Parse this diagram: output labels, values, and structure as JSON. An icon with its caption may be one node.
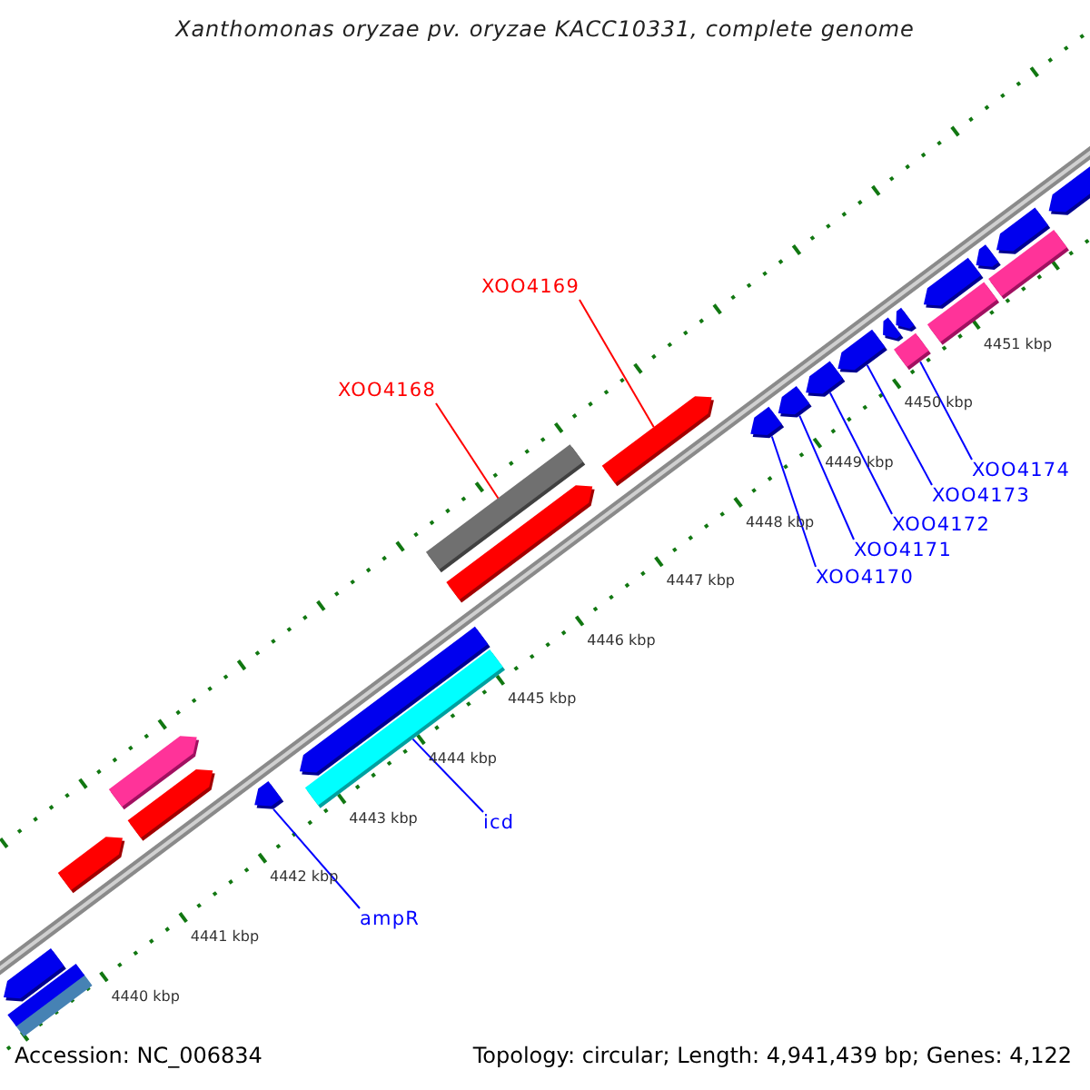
{
  "diagram": {
    "title": "Xanthomonas oryzae pv. oryzae KACC10331, complete genome",
    "nodes": [
      {
        "text": [
          "XOO4168"
        ]
      },
      {
        "text": [
          "XOO4169"
        ]
      },
      {
        "text": [
          "XOO4170"
        ]
      },
      {
        "text": [
          "XOO4171"
        ]
      },
      {
        "text": [
          "XOO4172"
        ]
      },
      {
        "text": [
          "XOO4173"
        ]
      },
      {
        "text": [
          "XOO4174"
        ]
      },
      {
        "text": [
          "icd"
        ]
      },
      {
        "text": [
          "ampR"
        ]
      },
      {
        "text": [],
        "shape": "bar"
      },
      {
        "text": [],
        "shape": "bar"
      },
      {
        "text": [],
        "shape": "bar"
      },
      {
        "text": [],
        "shape": "bar"
      },
      {
        "text": [],
        "shape": "bar"
      },
      {
        "text": [],
        "shape": "bar"
      },
      {
        "text": [],
        "shape": "bar"
      },
      {
        "text": [],
        "shape": "bar"
      },
      {
        "text": [],
        "shape": "bar"
      },
      {
        "text": [],
        "shape": "bar"
      },
      {
        "text": [],
        "shape": "bar"
      },
      {
        "text": [],
        "shape": "bar"
      },
      {
        "text": [],
        "shape": "bar"
      },
      {
        "text": [],
        "shape": "bar"
      },
      {
        "text": [],
        "shape": "bar"
      },
      {
        "text": [],
        "shape": "bar"
      },
      {
        "text": [],
        "shape": "bar"
      },
      {
        "text": [],
        "shape": "bar"
      },
      {
        "text": [],
        "shape": "bar"
      },
      {
        "text": [],
        "shape": "bar"
      },
      {
        "text": [],
        "shape": "bar"
      },
      {
        "text": [],
        "shape": "bar"
      },
      {
        "text": [],
        "shape": "bar"
      },
      {
        "text": [],
        "shape": "bar"
      }
    ],
    "edges": [
      {
        "from": 0,
        "to": 18,
        "arrow": "none",
        "color": "#ff0000"
      },
      {
        "from": 1,
        "to": 19,
        "arrow": "none",
        "color": "#ff0000"
      },
      {
        "from": 2,
        "to": 20,
        "arrow": "none"
      },
      {
        "from": 3,
        "to": 21,
        "arrow": "none"
      },
      {
        "from": 4,
        "to": 22,
        "arrow": "none"
      },
      {
        "from": 5,
        "to": 23,
        "arrow": "none"
      },
      {
        "from": 6,
        "to": 25,
        "arrow": "none"
      },
      {
        "from": 7,
        "to": 15,
        "arrow": "none"
      },
      {
        "from": 8,
        "to": 14,
        "arrow": "none"
      }
    ],
    "labels": [
      "4440 kbp",
      "4441 kbp",
      "4442 kbp",
      "4443 kbp",
      "4444 kbp",
      "4445 kbp",
      "4446 kbp",
      "4447 kbp",
      "4448 kbp",
      "4449 kbp",
      "4450 kbp",
      "4451 kbp",
      "Accession: NC_006834",
      "Topology: circular; Length: 4,941,439 bp; Genes: 4,122"
    ]
  }
}
